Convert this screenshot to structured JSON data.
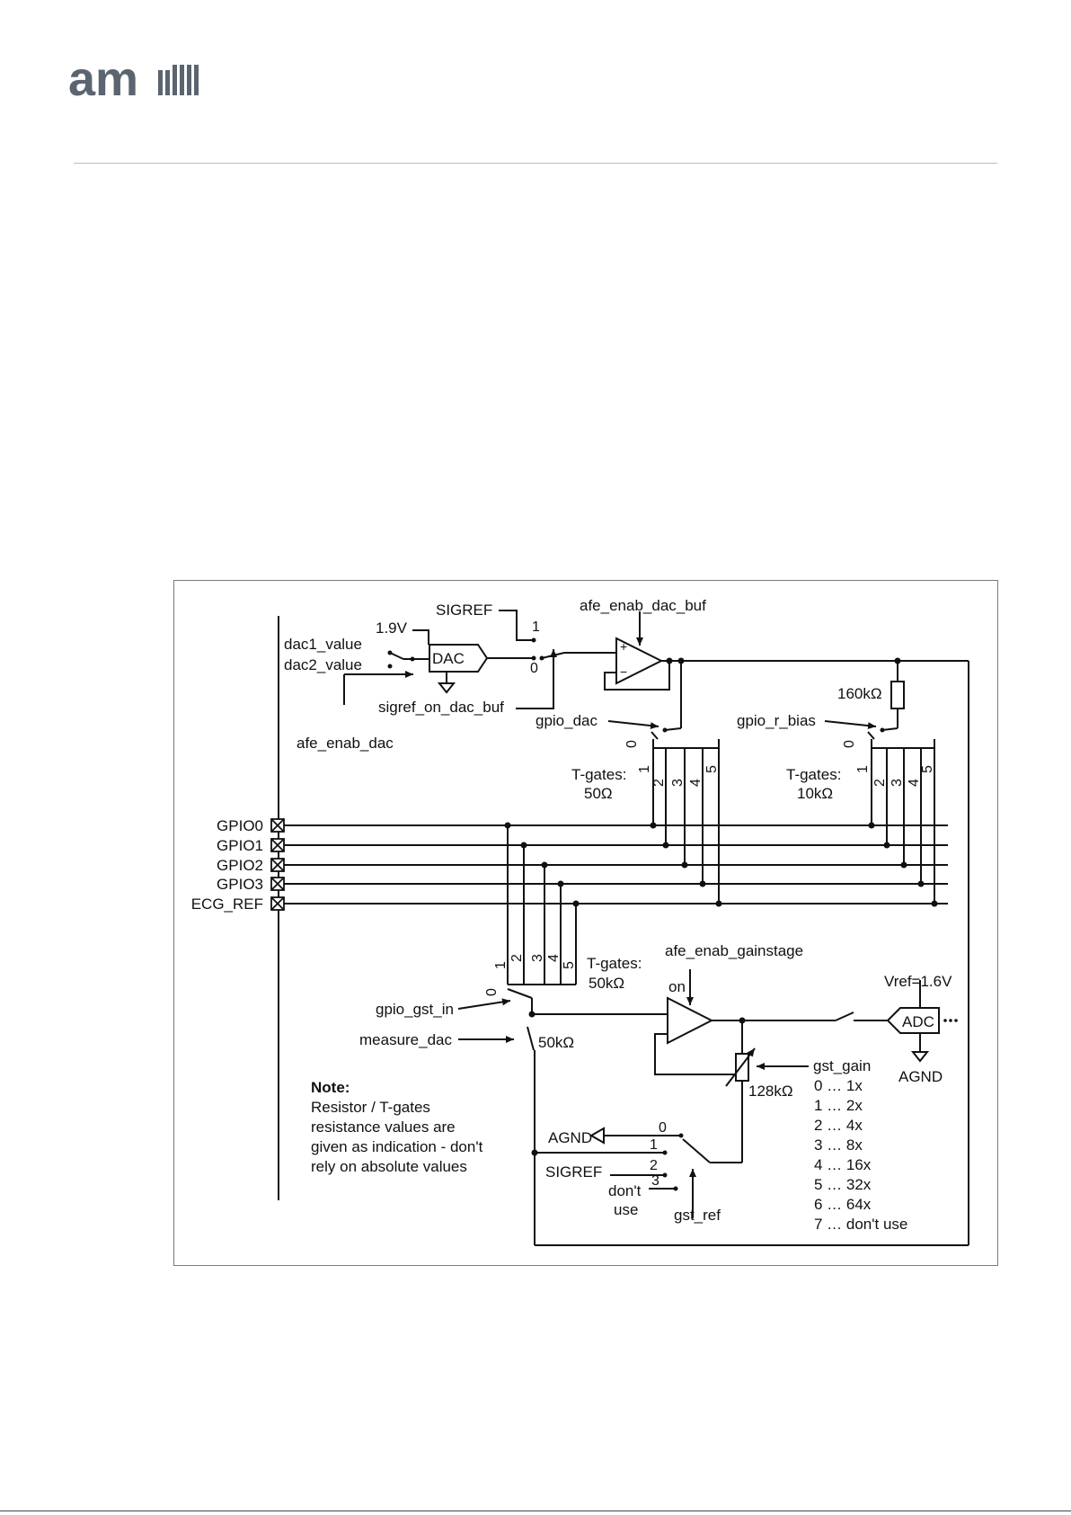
{
  "logo": {
    "text": "am",
    "mark": "ams-logo-icon"
  },
  "diagram": {
    "labels": {
      "sigref_top": "SIGREF",
      "afe_enab_dac_buf": "afe_enab_dac_buf",
      "v19": "1.9V",
      "dac1_value": "dac1_value",
      "dac2_value": "dac2_value",
      "dac": "DAC",
      "afe_enab_dac": "afe_enab_dac",
      "sigref_on_dac_buf": "sigref_on_dac_buf",
      "gpio_dac": "gpio_dac",
      "r160k": "160kΩ",
      "gpio_r_bias": "gpio_r_bias",
      "tgates_a": "T-gates:",
      "tgates_a_val": "50Ω",
      "tgates_b": "T-gates:",
      "tgates_b_val": "10kΩ",
      "tgates_c": "T-gates:",
      "tgates_c_val": "50kΩ",
      "gpio0": "GPIO0",
      "gpio1": "GPIO1",
      "gpio2": "GPIO2",
      "gpio3": "GPIO3",
      "ecg_ref": "ECG_REF",
      "afe_enab_gainstage": "afe_enab_gainstage",
      "on": "on",
      "vref": "Vref=1.6V",
      "adc": "ADC",
      "gpio_gst_in": "gpio_gst_in",
      "measure_dac": "measure_dac",
      "r50k": "50kΩ",
      "gst_gain": "gst_gain",
      "r128k": "128kΩ",
      "agnd_right": "AGND",
      "agnd_left": "AGND",
      "sigref_bottom": "SIGREF",
      "dont": "don't",
      "use": "use",
      "gst_ref": "gst_ref",
      "sel0": "0",
      "sel1": "1",
      "sel2": "2",
      "sel3": "3",
      "sw_top_1": "1",
      "sw_top_0": "0",
      "sw_dac_0": "0",
      "sw_bias_0": "0",
      "sw_gst_0": "0"
    },
    "tgate_numbers": [
      "1",
      "2",
      "3",
      "4",
      "5"
    ],
    "note": {
      "title": "Note:",
      "lines": [
        "Resistor / T-gates",
        "resistance values are",
        "given as indication - don't",
        "rely on absolute values"
      ]
    },
    "gains": [
      "0 … 1x",
      "1 … 2x",
      "2 … 4x",
      "3 … 8x",
      "4 … 16x",
      "5 … 32x",
      "6 … 64x",
      "7 … don't use"
    ]
  }
}
